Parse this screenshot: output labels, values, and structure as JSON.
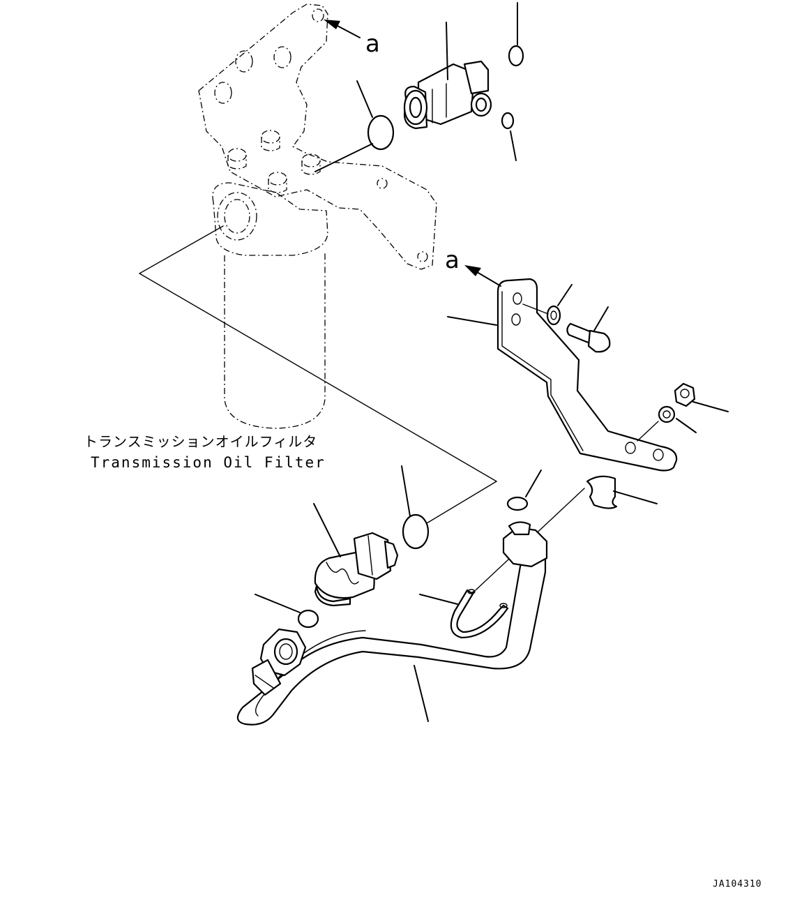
{
  "labels": {
    "filter_jp": "トランスミッションオイルフィルタ",
    "filter_en": "Transmission Oil Filter",
    "ref_a_top": "a",
    "ref_a_bracket": "a",
    "drawing_code": "JA104310"
  }
}
